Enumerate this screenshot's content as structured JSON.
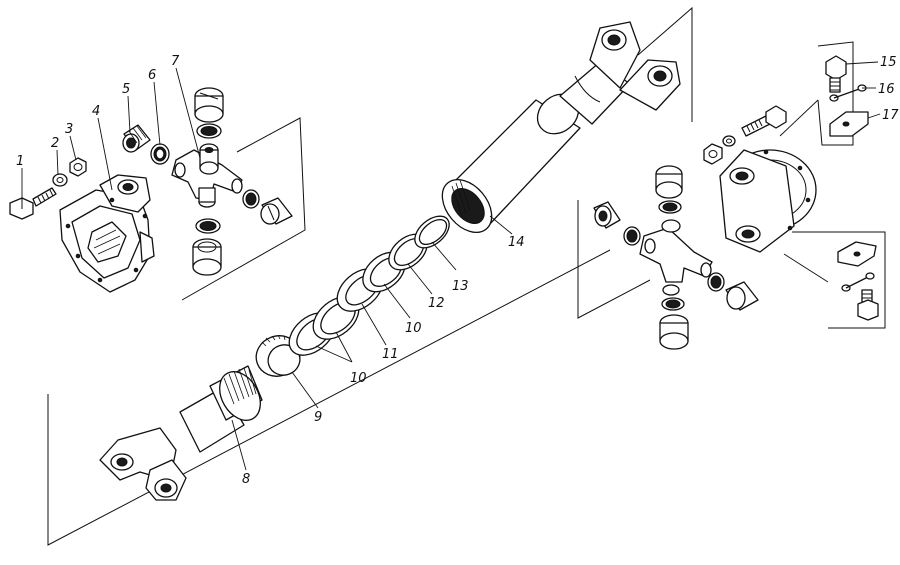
{
  "parts": [
    {
      "id": "part-1",
      "label": "1"
    },
    {
      "id": "part-2",
      "label": "2"
    },
    {
      "id": "part-3",
      "label": "3"
    },
    {
      "id": "part-4",
      "label": "4"
    },
    {
      "id": "part-5",
      "label": "5"
    },
    {
      "id": "part-6",
      "label": "6"
    },
    {
      "id": "part-7",
      "label": "7"
    },
    {
      "id": "part-8",
      "label": "8"
    },
    {
      "id": "part-9",
      "label": "9"
    },
    {
      "id": "part-10a",
      "label": "10"
    },
    {
      "id": "part-10b",
      "label": "10"
    },
    {
      "id": "part-11",
      "label": "11"
    },
    {
      "id": "part-12",
      "label": "12"
    },
    {
      "id": "part-13",
      "label": "13"
    },
    {
      "id": "part-14",
      "label": "14"
    },
    {
      "id": "part-15",
      "label": "15"
    },
    {
      "id": "part-16",
      "label": "16"
    },
    {
      "id": "part-17",
      "label": "17"
    }
  ]
}
